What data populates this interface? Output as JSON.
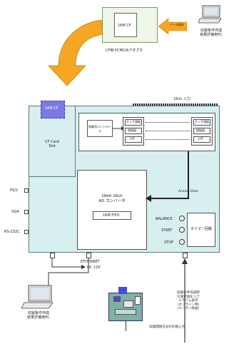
{
  "top": {
    "cf_card_label": "16M CF",
    "adapter_label": "CF用 PCMCIAアダプタ",
    "arrow_label": "データ保存",
    "laptop_top_caption": "収録条件作成\n結果評価用PC"
  },
  "main": {
    "header_16ch": "16ch 入力",
    "cf_small_label": "16M CF",
    "cf_slot_label": "CF Card\nSlot",
    "ctrl_box_label": "制御用コントローラ",
    "amp_rows": [
      {
        "left": "センサ増幅",
        "right": "センサ増幅"
      },
      {
        "left": "増幅器",
        "right": "増幅器"
      },
      {
        "left": "LPF",
        "right": "LPF"
      }
    ],
    "adc_title": "16bit 16ch\nAD コンバータ",
    "fifo_label": "16M FIFO",
    "analog_data_label": "Analog Data",
    "io_ports": [
      "PS/2",
      "VGA",
      "RS-232C"
    ],
    "buttons": [
      "BALANCE",
      "START",
      "STOP"
    ],
    "timer_label": "タイマー回路",
    "dc_label": "DC 12V",
    "ethernet_label": "ETHERNET"
  },
  "bottom": {
    "laptop_bottom_caption": "収録条件作成\n結果評価用PC",
    "note_text": "収録条件作成時\nの測定値をリア\nルタイム表示\n(オフライン時)\n(ルーター経由)",
    "external_signal_label": "収録開始信号の外部入力"
  }
}
